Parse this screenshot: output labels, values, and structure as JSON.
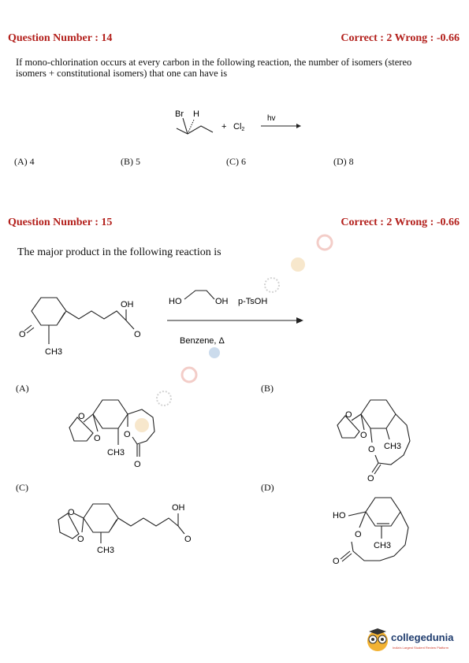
{
  "q14": {
    "header": "Question Number : 14",
    "marks": "Correct : 2  Wrong : -0.66",
    "text_line1": "If mono-chlorination occurs at every carbon in the following reaction, the number of isomers (stereo",
    "text_line2": "isomers + constitutional isomers) that one can have is",
    "reaction": {
      "atom_br": "Br",
      "atom_h": "H",
      "plus": "+",
      "reagent": "Cl",
      "reagent_sub": "2",
      "condition": "hv"
    },
    "options": [
      "(A)  4",
      "(B)  5",
      "(C)  6",
      "(D)  8"
    ]
  },
  "q15": {
    "header": "Question Number : 15",
    "marks": "Correct : 2  Wrong : -0.66",
    "text": "The major product in the following reaction is",
    "reaction": {
      "reactant_oh": "OH",
      "reactant_o1": "O",
      "reactant_o2": "O",
      "reactant_ch3": "CH3",
      "reagent_ho": "HO",
      "reagent_oh": "OH",
      "reagent_acid": "p-TsOH",
      "condition": "Benzene, Δ"
    },
    "options": {
      "a": {
        "label": "(A)",
        "o_ketal1": "O",
        "o_ketal2": "O",
        "o_ring": "O",
        "ch3": "CH3",
        "o_carbonyl": "O"
      },
      "b": {
        "label": "(B)",
        "o_ketal1": "O",
        "o_ketal2": "O",
        "o_ring": "O",
        "ch3": "CH3",
        "o_carbonyl": "O"
      },
      "c": {
        "label": "(C)",
        "o_ketal1": "O",
        "o_ketal2": "O",
        "oh": "OH",
        "o_carbonyl": "O",
        "ch3": "CH3"
      },
      "d": {
        "label": "(D)",
        "ho": "HO",
        "o_ring": "O",
        "o_carbonyl": "O",
        "ch3": "CH3"
      }
    }
  },
  "footer": {
    "brand": "collegedunia",
    "tagline": "India's Largest Student Review Platform"
  }
}
